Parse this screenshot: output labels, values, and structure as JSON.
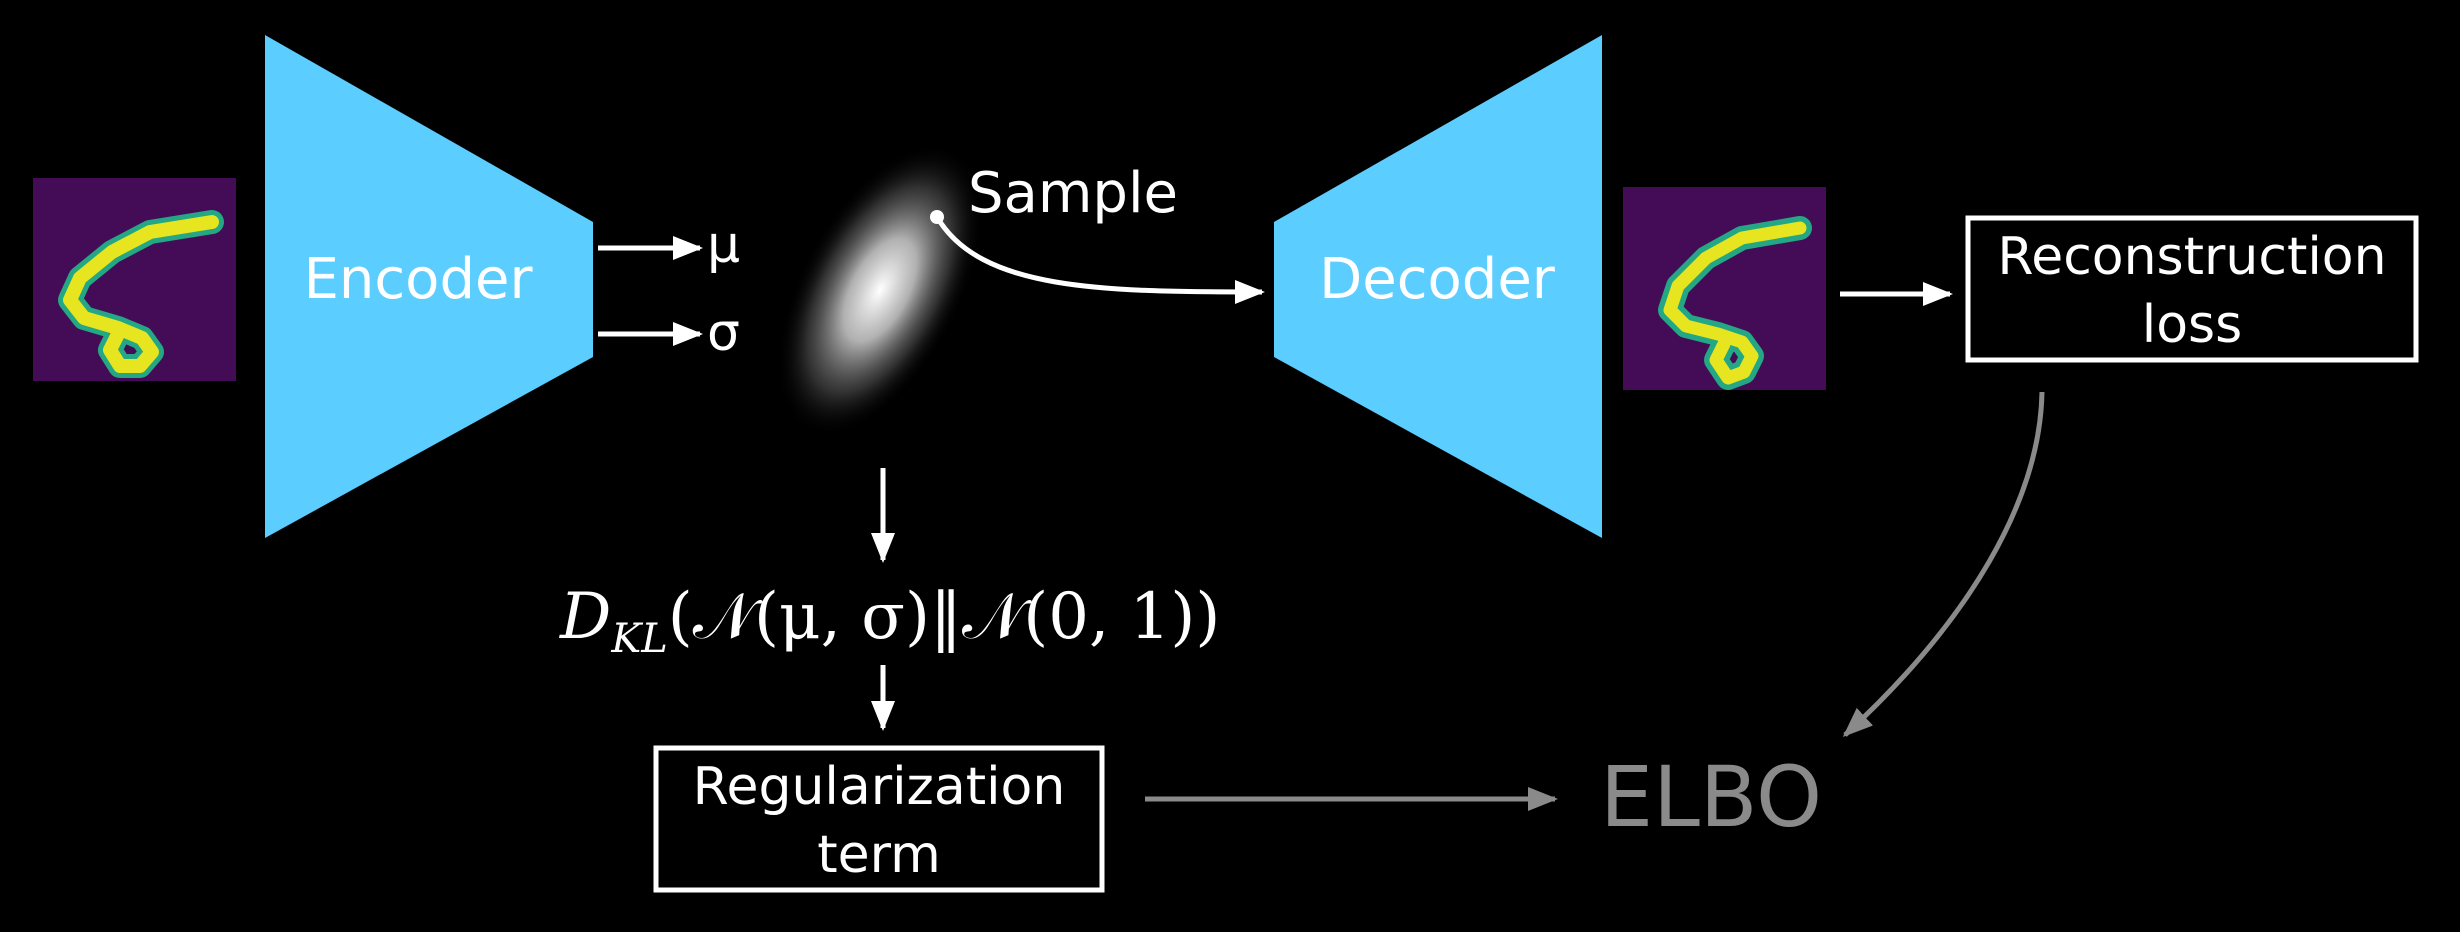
{
  "encoder": {
    "label": "Encoder"
  },
  "decoder": {
    "label": "Decoder"
  },
  "latent": {
    "mu": "μ",
    "sigma": "σ",
    "sample_label": "Sample"
  },
  "kl": {
    "d": "D",
    "subscript": "KL",
    "left": "(𝒩(μ, σ)‖𝒩(0, 1))"
  },
  "reconstruction_box": {
    "line1": "Reconstruction",
    "line2": "loss"
  },
  "regularization_box": {
    "line1": "Regularization",
    "line2": "term"
  },
  "elbo": {
    "label": "ELBO"
  },
  "colors": {
    "background": "#000000",
    "network": "#5ccdff",
    "image_bg": "#440b56",
    "digit": "#e6e51f",
    "digit_edge": "#23a784",
    "arrow": "#ffffff",
    "elbo_gray": "#8a8a8a"
  },
  "icons": {
    "input_image": "digit-5-image",
    "output_image": "reconstructed-digit-image"
  }
}
